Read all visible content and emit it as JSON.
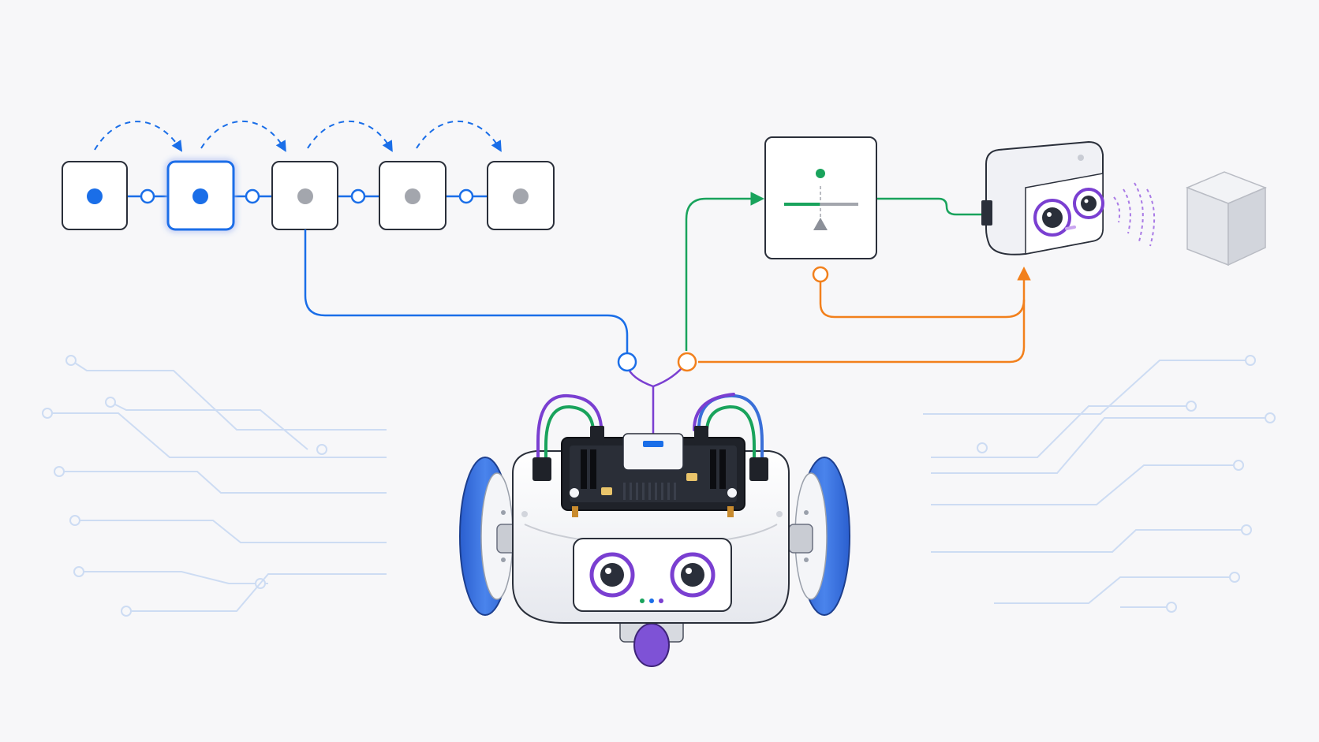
{
  "colors": {
    "background": "#f7f7f9",
    "blue": "#1a6ee8",
    "gray": "#a3a6ad",
    "green": "#19a35c",
    "orange": "#f2801c",
    "purple": "#7a3fd1",
    "circuit": "#cddcf3",
    "wheel": "#3a6fd8",
    "outline": "#2a2f3a"
  },
  "sequence": {
    "step_count": 5,
    "active_steps": [
      1,
      2
    ],
    "highlighted_step": 2,
    "arrows": 4
  },
  "icons": {
    "comparator": "threshold-comparator-icon",
    "sensor": "ultrasonic-sensor-icon",
    "target": "obstacle-cube-icon",
    "robot": "robot-car-icon"
  }
}
